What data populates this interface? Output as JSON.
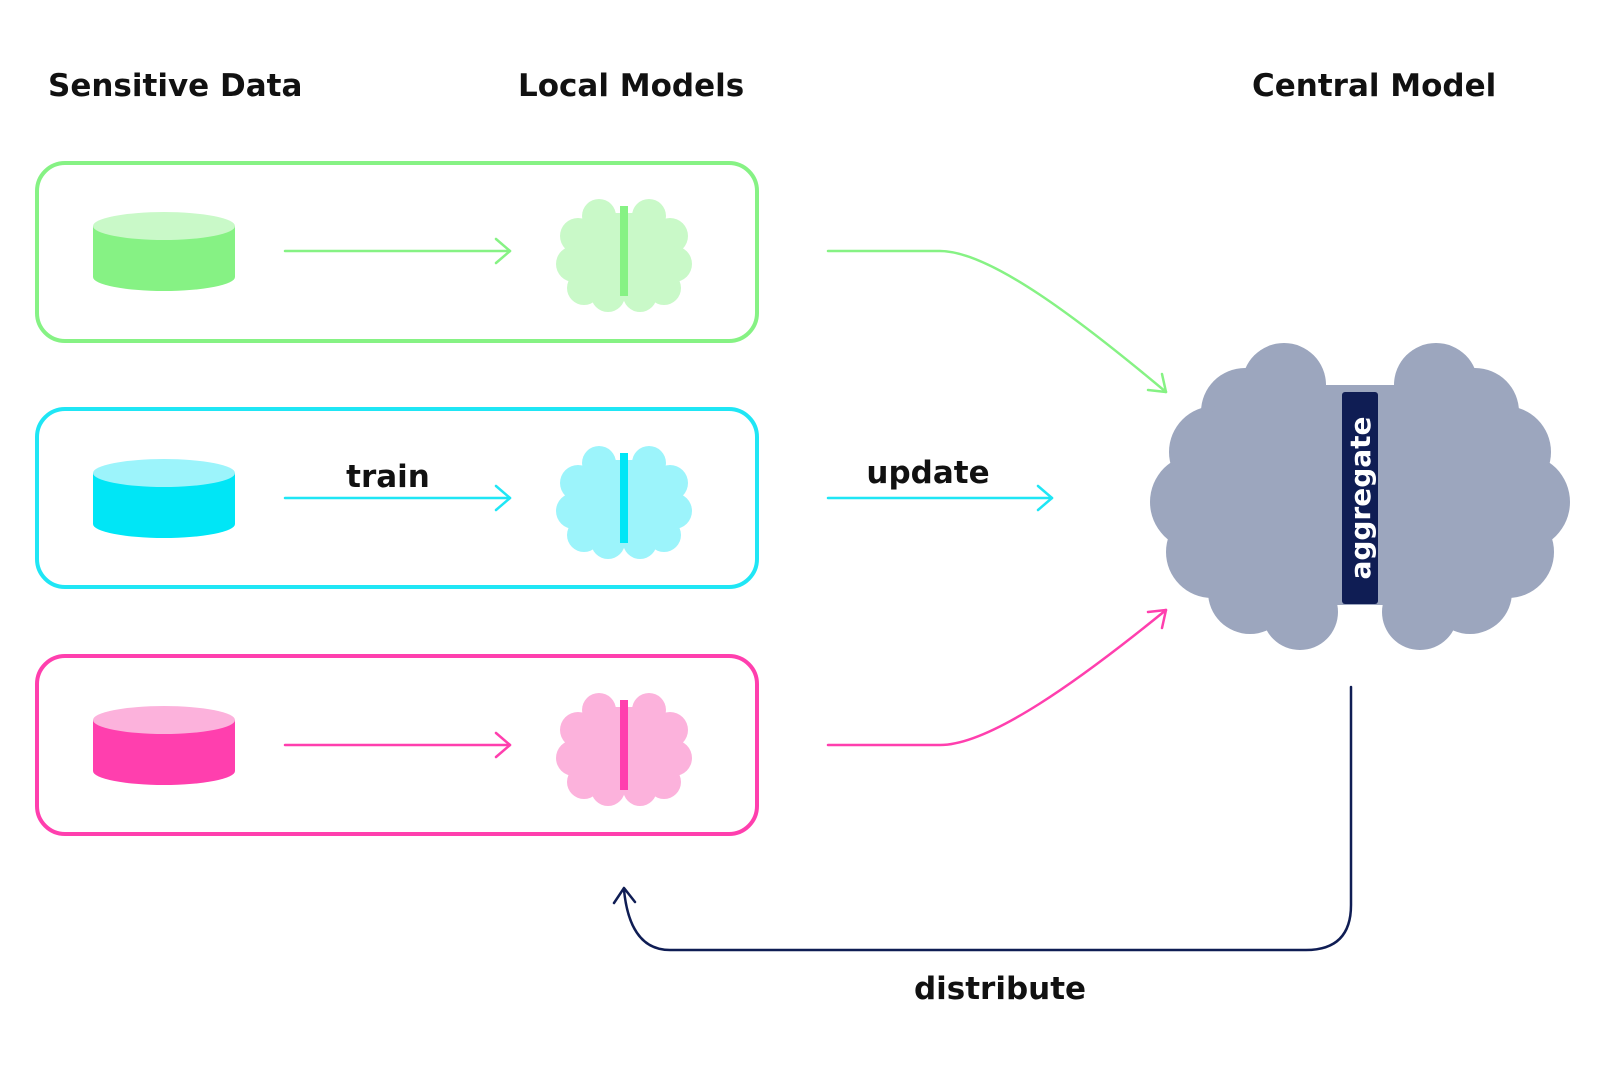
{
  "headings": {
    "sensitive_data": "Sensitive Data",
    "local_models": "Local Models",
    "central_model": "Central Model"
  },
  "labels": {
    "train": "train",
    "update": "update",
    "aggregate": "aggregate",
    "distribute": "distribute"
  },
  "rows": [
    {
      "id": "green",
      "stroke": "#86F284",
      "db_top": "#C9F9C8",
      "db_body": "#86F284",
      "brain_fill": "#C9F9C8",
      "brain_bar": "#86F284"
    },
    {
      "id": "cyan",
      "stroke": "#1FE6F5",
      "db_top": "#9CF4FB",
      "db_body": "#00E6F6",
      "brain_fill": "#9CF4FB",
      "brain_bar": "#00E6F6"
    },
    {
      "id": "pink",
      "stroke": "#FF3FAE",
      "db_top": "#FCB2DC",
      "db_body": "#FF3FAE",
      "brain_fill": "#FCB2DC",
      "brain_bar": "#FF3FAE"
    }
  ],
  "central": {
    "brain_fill": "#9CA6BE",
    "bar_fill": "#0F1D54",
    "label_color": "#ffffff",
    "distribute_color": "#0F1D54"
  }
}
